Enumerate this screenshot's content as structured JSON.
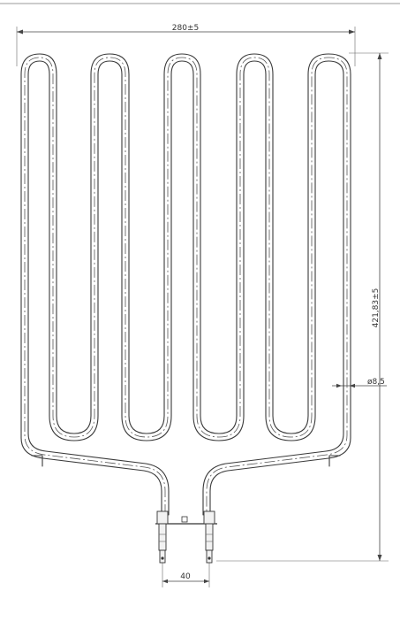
{
  "drawing": {
    "dimensions": {
      "width": "280±5",
      "height": "421,83±5",
      "diameter": "ø8,5",
      "terminal_spacing": "40"
    }
  }
}
